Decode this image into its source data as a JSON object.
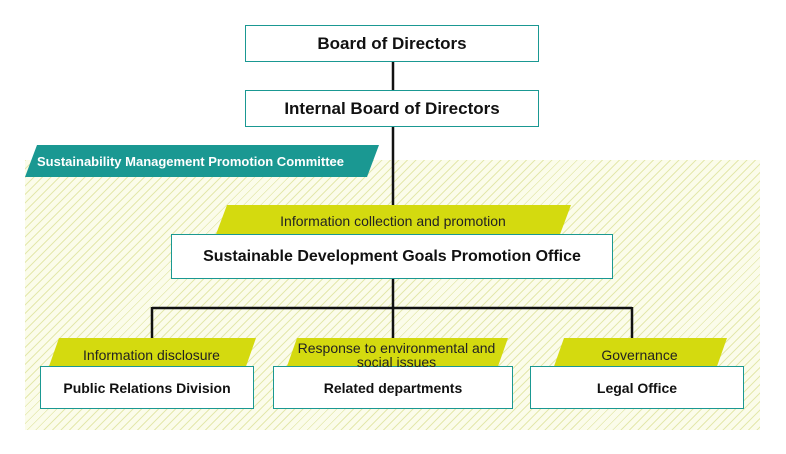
{
  "committee_label": "Sustainability Management Promotion Committee",
  "nodes": {
    "board": "Board of Directors",
    "internal_board": "Internal Board of Directors",
    "sdg_office": "Sustainable Development Goals Promotion Office",
    "pr_division": "Public Relations Division",
    "related_departments": "Related departments",
    "legal_office": "Legal Office"
  },
  "tags": {
    "info_collection": "Information collection and promotion",
    "info_disclosure": "Information disclosure",
    "env_social": "Response to environmental and social issues",
    "governance": "Governance"
  },
  "colors": {
    "teal": "#1a9892",
    "lime": "#d4da0f",
    "hatch": "#e4e8ad",
    "line": "#111111"
  }
}
